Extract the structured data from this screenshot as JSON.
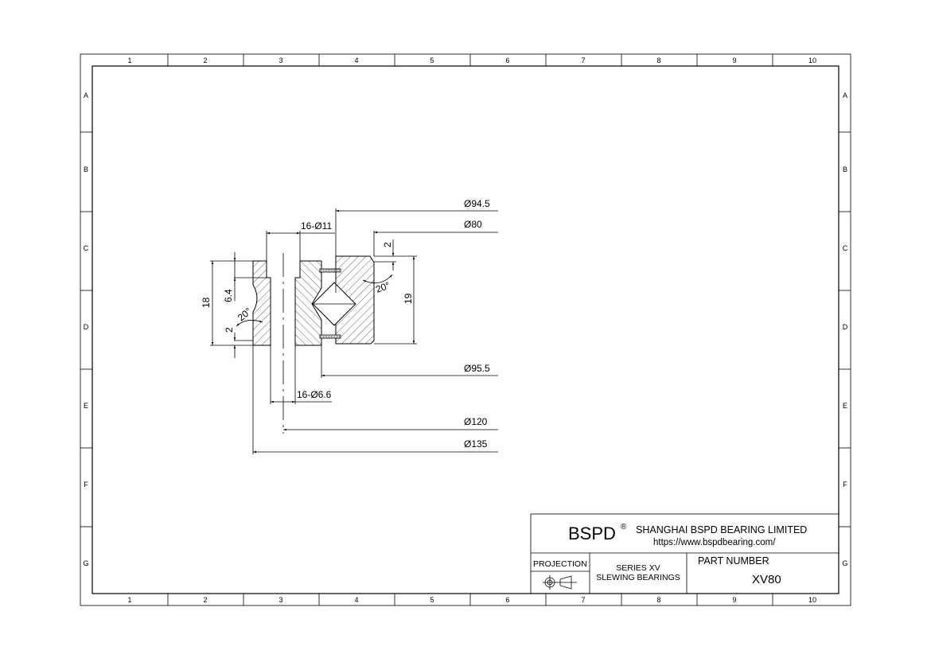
{
  "frame": {
    "columns": [
      "1",
      "2",
      "3",
      "4",
      "5",
      "6",
      "7",
      "8",
      "9",
      "10"
    ],
    "rows": [
      "A",
      "B",
      "C",
      "D",
      "E",
      "F",
      "G"
    ]
  },
  "drawing": {
    "dimensions": {
      "d94_5": "Ø94.5",
      "d80": "Ø80",
      "holes_counterbore": "16-Ø11",
      "d95_5": "Ø95.5",
      "holes_through": "16-Ø6.6",
      "d120": "Ø120",
      "d135": "Ø135",
      "height_outer": "18",
      "counterbore_depth": "6.4",
      "height_inner": "19",
      "chamfer_left": "2",
      "chamfer_right": "2",
      "angle_left": "20°",
      "angle_right": "20°"
    }
  },
  "title_block": {
    "brand": "BSPD",
    "registered": "®",
    "company": "SHANGHAI BSPD BEARING LIMITED",
    "url": "https://www.bspdbearing.com/",
    "projection_label": "PROJECTION",
    "series": "SERIES  XV",
    "series_desc": "SLEWING BEARINGS",
    "part_number_label": "PART  NUMBER",
    "part_number": "XV80"
  },
  "colors": {
    "line": "#000000",
    "background": "#ffffff"
  }
}
